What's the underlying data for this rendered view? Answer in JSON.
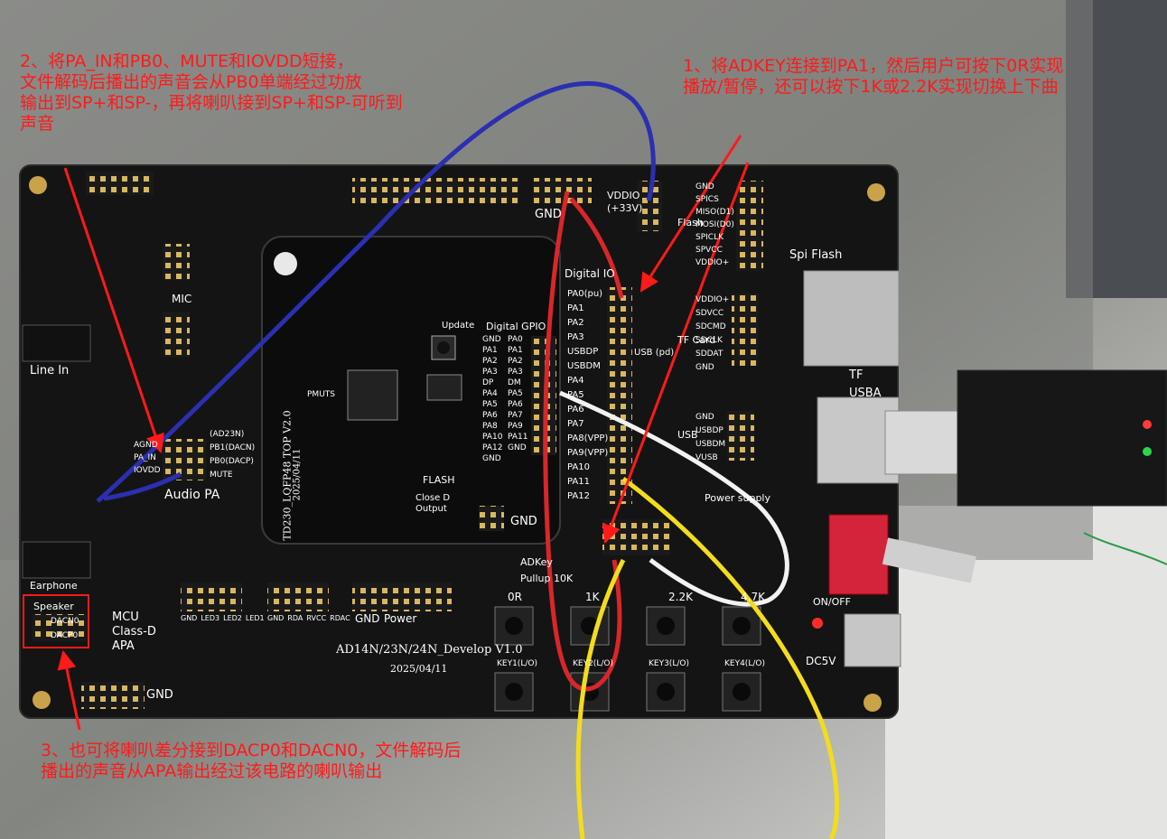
{
  "annotations": {
    "note1": {
      "line1": "1、将ADKEY连接到PA1，然后用户可按下0R实现",
      "line2": "播放/暂停，还可以按下1K或2.2K实现切换上下曲"
    },
    "note2": {
      "line1": "2、将PA_IN和PB0、MUTE和IOVDD短接，",
      "line2": "文件解码后播出的声音会从PB0单端经过功放",
      "line3": "输出到SP+和SP-，再将喇叭接到SP+和SP-可听到",
      "line4": "声音"
    },
    "note3": {
      "line1": "3、也可将喇叭差分接到DACP0和DACN0，文件解码后",
      "line2": "播出的声音从APA输出经过该电路的喇叭输出"
    }
  },
  "board": {
    "title": "AD14N/23N/24N_Develop V1.0",
    "date": "2025/04/11",
    "core_title": "TD230_LQFP48 TOP V2.0",
    "core_date": "2025/04/11",
    "labels": {
      "gnd": "GND",
      "vddio": "VDDIO",
      "vddio_sub": "(+33V)",
      "digital_io": "Digital IO",
      "spi_flash": "Spi Flash",
      "tf": "TF",
      "usba": "USBA",
      "line_in": "Line In",
      "audio_pa": "Audio PA",
      "mic": "MIC",
      "earphone": "Earphone",
      "speaker": "Speaker",
      "dacn0": "DACN0",
      "dacp0": "DACP0",
      "mcu_class_d": "MCU",
      "class_d": "Class-D",
      "apa": "APA",
      "adkey": "ADKey",
      "pullup": "Pullup 10K",
      "power_supply": "Power supply",
      "dc5v": "DC5V",
      "on_off": "ON/OFF",
      "update": "Update",
      "flash": "FLASH",
      "digital_gpio": "Digital GPIO",
      "close_d": "Close D",
      "output": "Output",
      "pmuts": "PMUTS",
      "usb_pd": "USB (pd)",
      "tf_card": "TF Card",
      "flash_sub": "Flash",
      "usb": "USB",
      "power": "Power",
      "key1": "KEY1(L/O)",
      "key2": "KEY2(L/O)",
      "key3": "KEY3(L/O)",
      "key4": "KEY4(L/O)",
      "r_0r": "0R",
      "r_1k": "1K",
      "r_2k2": "2.2K",
      "r_4k7": "4.7K"
    },
    "pins_left": [
      "PA0(pu)",
      "PA1",
      "PA2",
      "PA3",
      "USBDP",
      "USBDM",
      "PA4",
      "PA5",
      "PA6",
      "PA7",
      "PA8(VPP)",
      "PA9(VPP)",
      "PA10",
      "PA11",
      "PA12"
    ],
    "pins_gpio": [
      "GND",
      "PA1",
      "PA2",
      "PA3",
      "DP",
      "PA4",
      "PA5",
      "PA6",
      "PA8",
      "PA10",
      "PA12",
      "GND"
    ],
    "pins_gpio_right": [
      "PA0",
      "PA1",
      "PA2",
      "PA3",
      "DM",
      "PA5",
      "PA6",
      "PA7",
      "PA9",
      "PA11",
      "GND"
    ],
    "spi_pins": [
      "GND",
      "SPICS",
      "MISO(D1)",
      "MOSI(D0)",
      "SPICLK",
      "SPVCC",
      "VDDIO+"
    ],
    "tf_pins": [
      "VDDIO+",
      "SDVCC",
      "SDCMD",
      "SDCLK",
      "SDDAT",
      "GND"
    ],
    "usb_pins": [
      "GND",
      "USBDP",
      "USBDM",
      "VUSB"
    ],
    "pa_pins": [
      "(AD23N)",
      "PB1(DACN)",
      "PB0(DACP)",
      "MUTE"
    ],
    "pa_left": [
      "AGND",
      "PA_IN",
      "IOVDD"
    ],
    "gpio_bottom": [
      "GND",
      "LED3",
      "LED2",
      "LED1"
    ],
    "misc_bottom": [
      "GND",
      "RDA",
      "RVCC",
      "RDAC"
    ]
  },
  "colors": {
    "annotation": "#ff1a1a",
    "pcb": "#141414",
    "silk": "#ffffff",
    "wire_blue": "#2b2fb0",
    "wire_red": "#d8262a",
    "wire_white": "#f2f2f2",
    "wire_yellow": "#f3dc1c",
    "arrow": "#ff1a1a"
  }
}
